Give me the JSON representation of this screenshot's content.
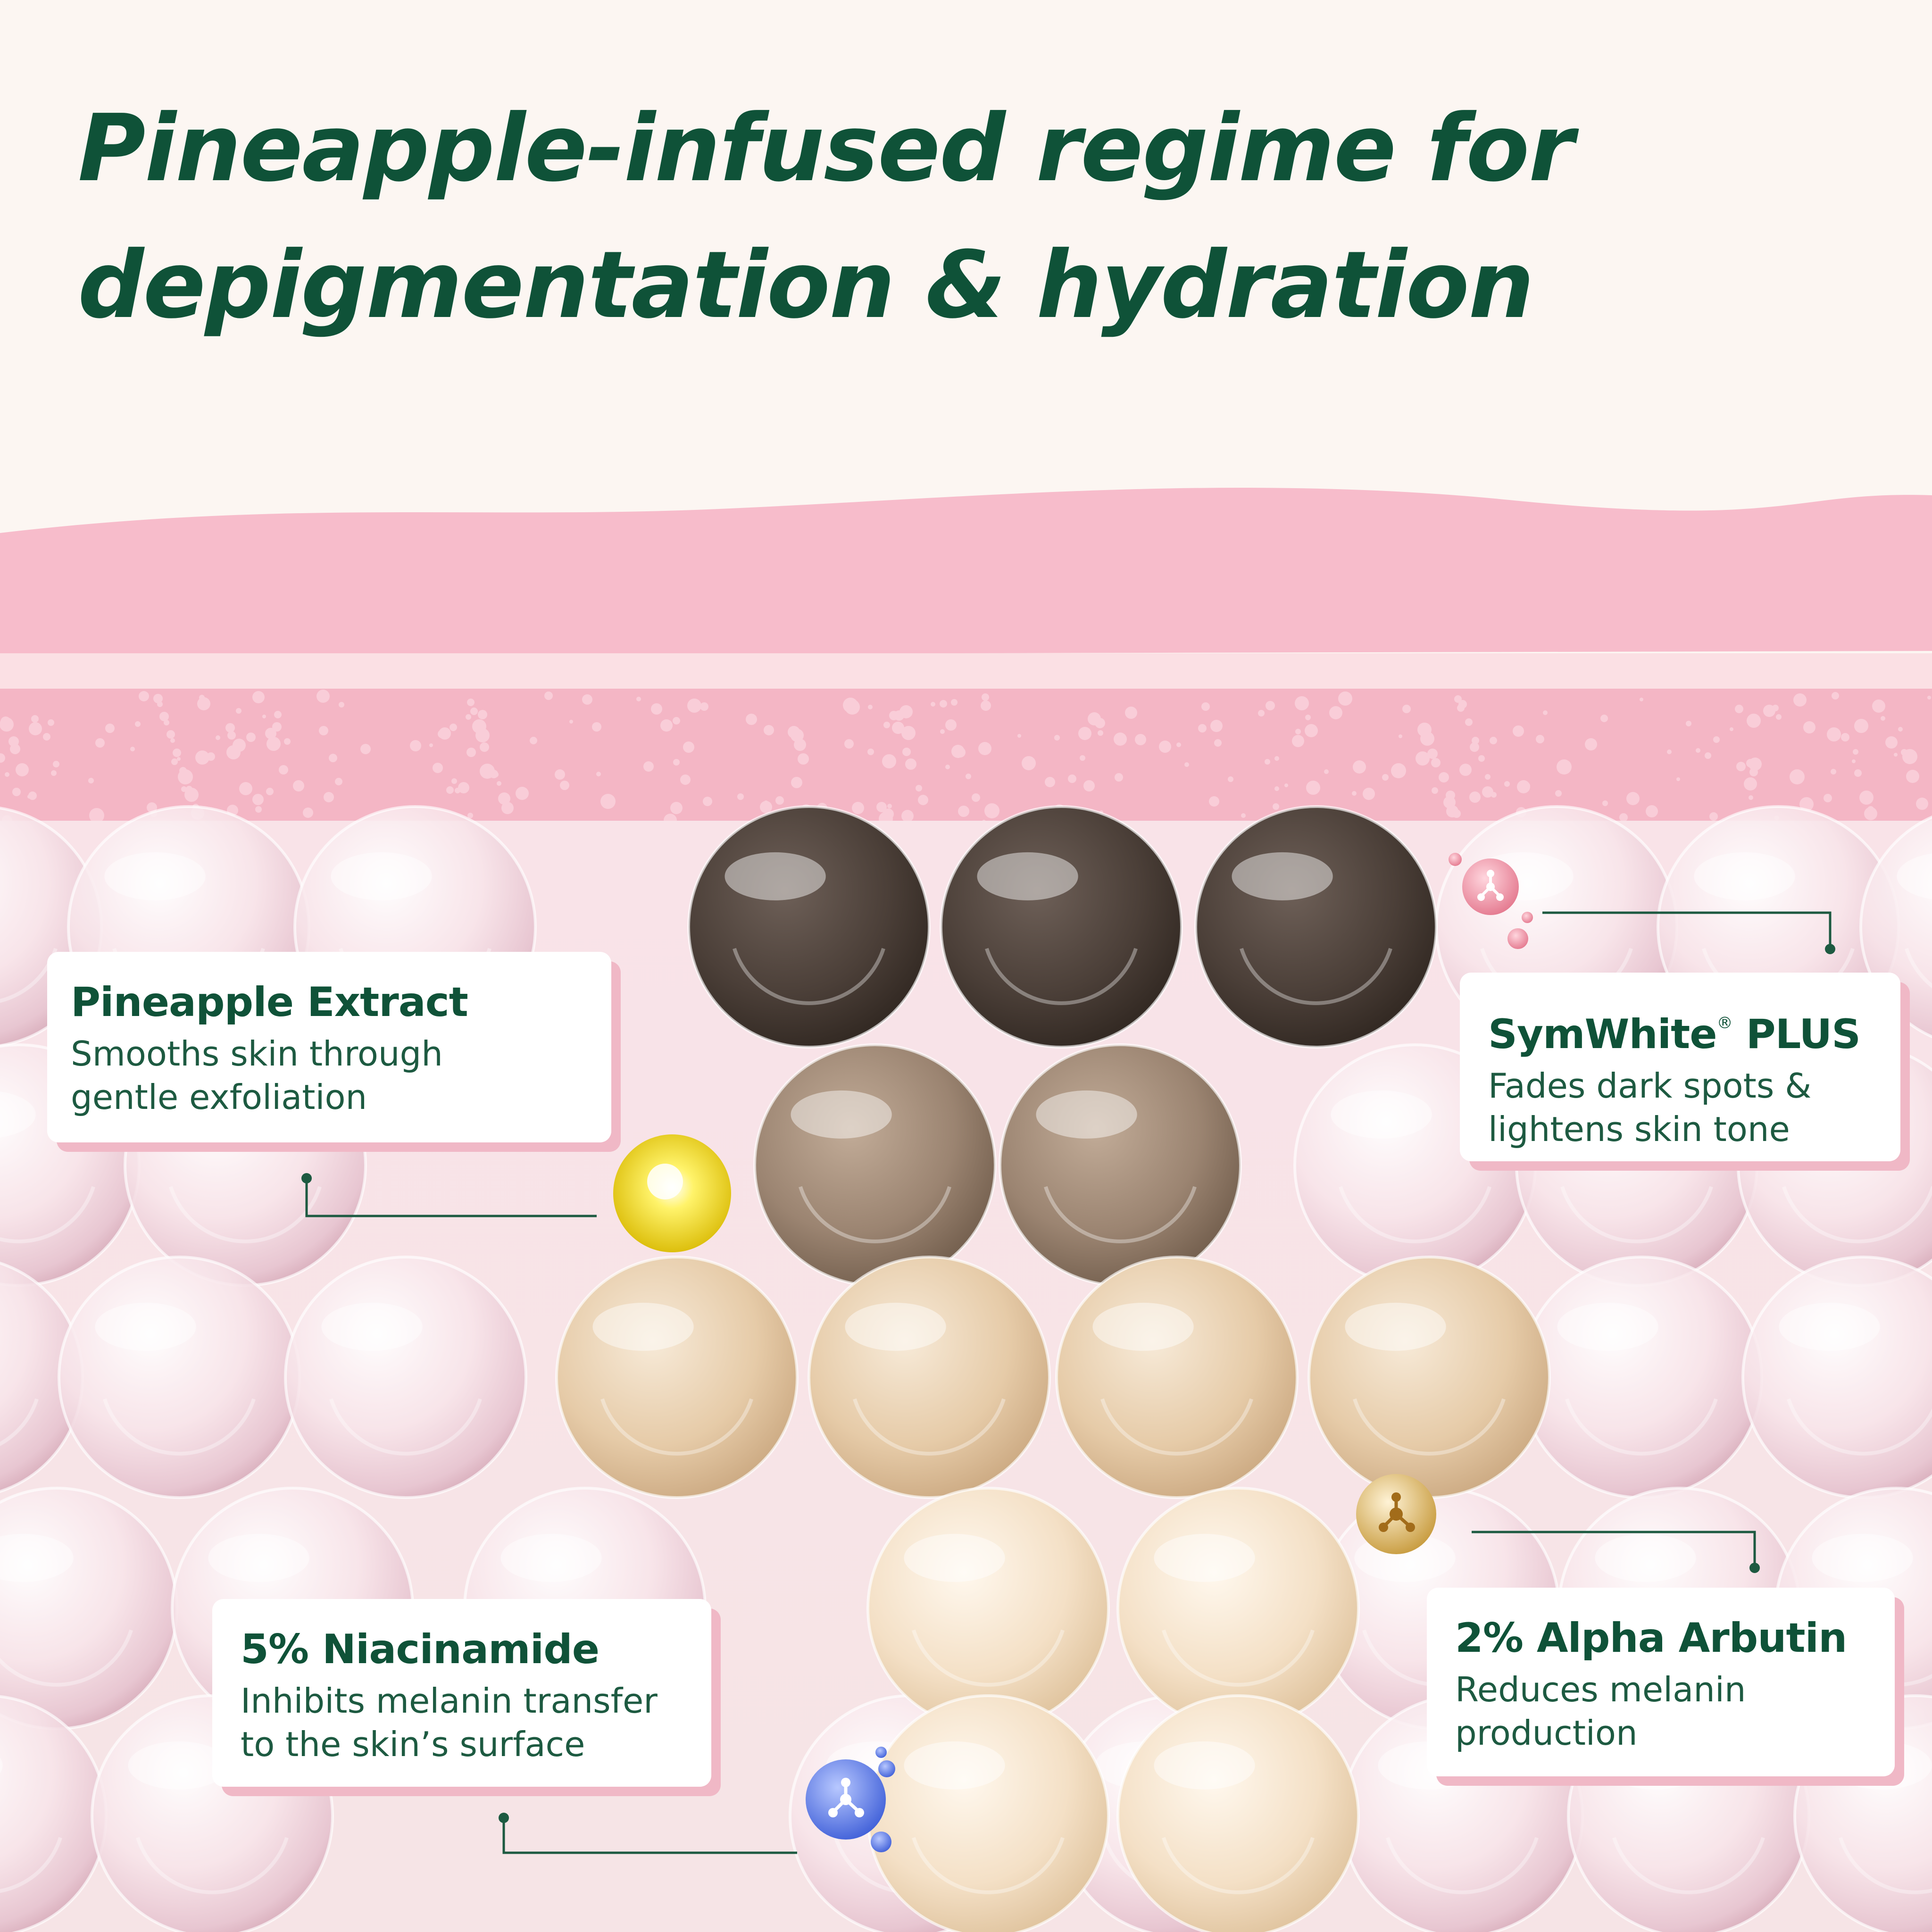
{
  "headline": {
    "line1": "Pineapple-infused regime for",
    "line2": "depigmentation & hydration"
  },
  "ingredients": [
    {
      "name": "Pineapple Extract",
      "description": "Smooths skin through\ngentle exfoliation",
      "icon": "yellow-glow-bubble-icon"
    },
    {
      "name_main": "SymWhite",
      "name_mark": "®",
      "name_suffix": " PLUS",
      "description": "Fades dark spots &\nlightens skin tone",
      "icon": "pink-molecule-icon"
    },
    {
      "name": "5% Niacinamide",
      "description": "Inhibits melanin transfer\nto the skin’s surface",
      "icon": "blue-molecule-icon"
    },
    {
      "name": "2% Alpha Arbutin",
      "description": "Reduces melanin\nproduction",
      "icon": "gold-molecule-icon"
    }
  ],
  "colors": {
    "brand_green": "#0f5238",
    "background": "#fcf6f2",
    "skin_pink": "#f4b8c9",
    "card_shadow": "#f0b8c6",
    "dark_melanin": "#4d4038",
    "mid_melanin": "#9a8473",
    "light_melanin": "#e2c9a8",
    "pale_melanin": "#f2dcc0"
  }
}
